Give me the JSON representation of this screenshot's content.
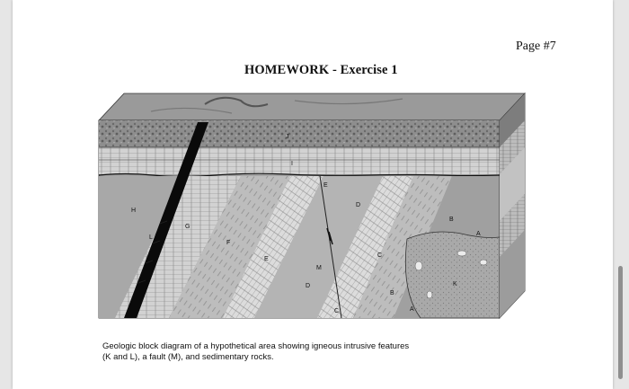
{
  "page": {
    "number": "Page #7",
    "title": "HOMEWORK - Exercise 1"
  },
  "diagram": {
    "labels": {
      "H": "H",
      "G": "G",
      "L": "L",
      "F": "F",
      "E": "E",
      "E_top": "E",
      "D_left": "D",
      "D_right": "D",
      "M": "M",
      "C_bottom": "C",
      "C_right": "C",
      "B_bottom": "B",
      "B_right": "B",
      "A_bottom": "A",
      "A_right": "A",
      "K": "K",
      "I": "I",
      "J": "J"
    }
  },
  "caption": {
    "line1": "Geologic block diagram of a hypothetical area showing igneous intrusive features",
    "line2": "(K and L), a fault (M), and sedimentary rocks."
  }
}
